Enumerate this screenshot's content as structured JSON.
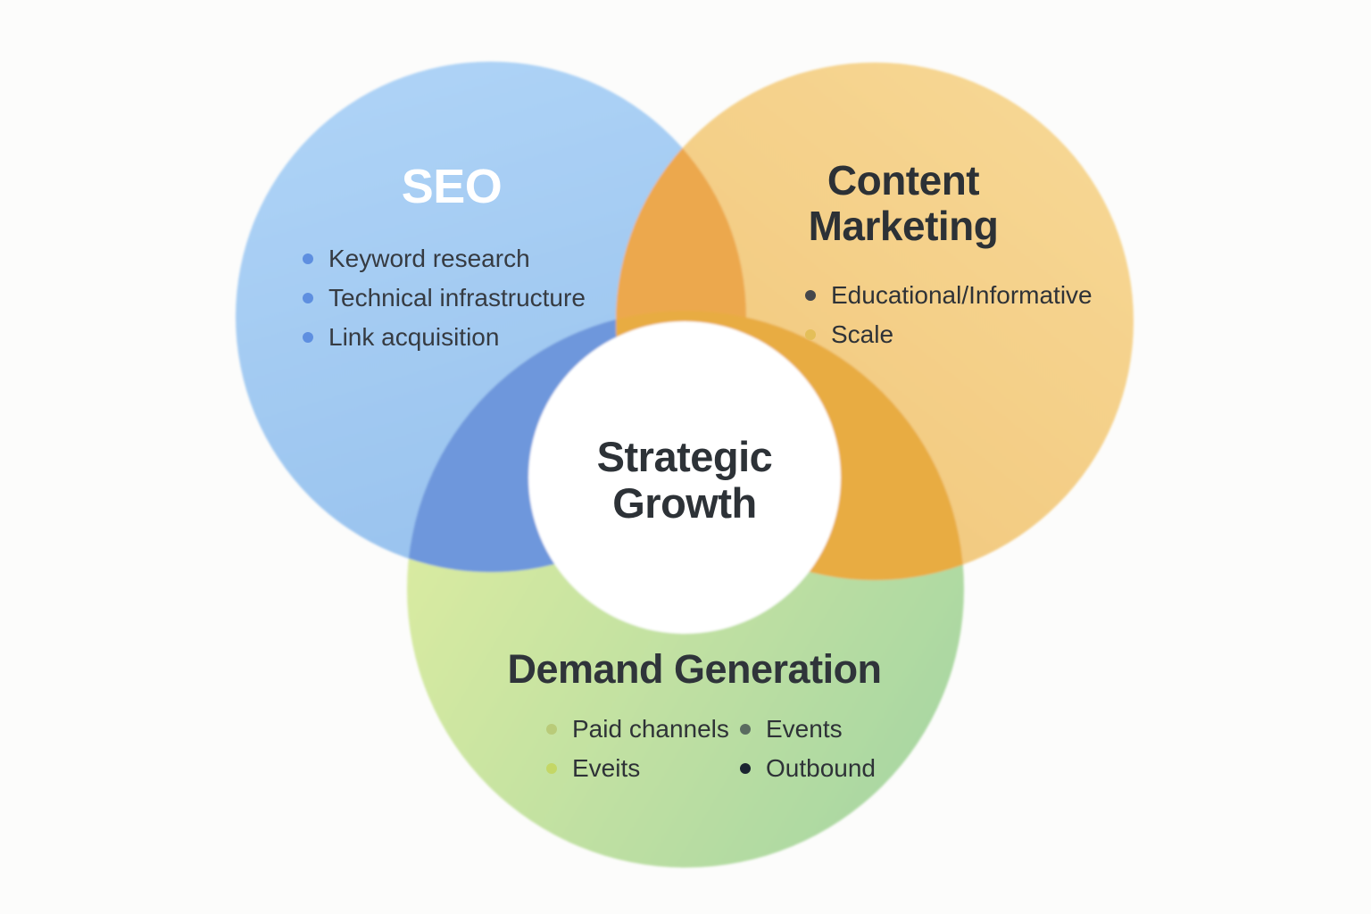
{
  "page": {
    "background": "#FCFCFB"
  },
  "venn": {
    "seo": {
      "title": "SEO",
      "title_color": "#FFFFFF",
      "text_color": "#363B42",
      "bullet_color": "#5E8FE0",
      "fill_top": "#AED3F6",
      "fill_bottom": "#98C2EE",
      "bullets": [
        "Keyword research",
        "Technical infrastructure",
        "Link acquisition"
      ]
    },
    "content_marketing": {
      "title_line1": "Content",
      "title_line2": "Marketing",
      "title_color": "#2C3136",
      "text_color": "#2E3237",
      "fill_light": "#F7D997",
      "fill_deep": "#F1C67A",
      "bullets": [
        {
          "label": "Educational/Informative",
          "bullet_color": "#45474B"
        },
        {
          "label": "Scale",
          "bullet_color": "#E4BF59"
        }
      ]
    },
    "demand_generation": {
      "title": "Demand Generation",
      "title_color": "#2F343A",
      "text_color": "#2E3237",
      "fill_left": "#DFEDA1",
      "fill_right": "#A7D6A2",
      "bullets": [
        {
          "label": "Paid channels",
          "bullet_color": "#B9CB79"
        },
        {
          "label": "Events",
          "bullet_color": "#5A6B60"
        },
        {
          "label": "Eveits",
          "bullet_color": "#C4D766"
        },
        {
          "label": "Outbound",
          "bullet_color": "#1B2531"
        }
      ]
    },
    "center": {
      "title_line1": "Strategic",
      "title_line2": "Growth",
      "fill": "#FFFFFF",
      "text_color": "#2D3237"
    },
    "overlaps": {
      "seo_content": "#ECA84D",
      "seo_demand": "#6E97DC",
      "content_demand": "#E8AC42"
    }
  }
}
